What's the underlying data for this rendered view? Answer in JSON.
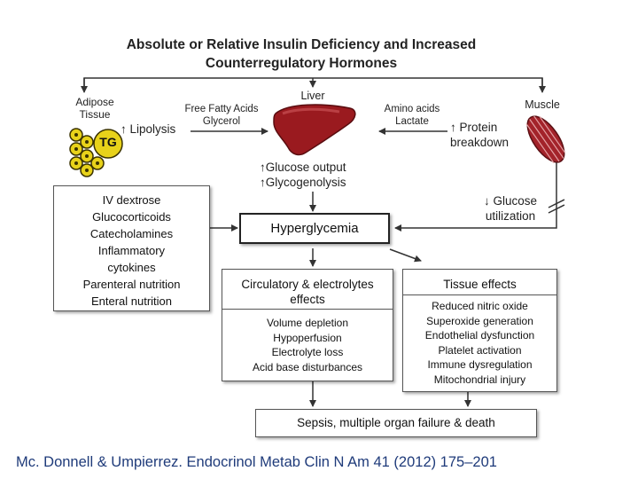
{
  "title": {
    "line1": "Absolute or Relative Insulin Deficiency and Increased",
    "line2": "Counterregulatory Hormones"
  },
  "adipose": {
    "line1": "Adipose",
    "line2": "Tissue",
    "tg": "TG"
  },
  "lipolysis": "↑ Lipolysis",
  "ffa": {
    "line1": "Free Fatty Acids",
    "line2": "Glycerol"
  },
  "liver": {
    "label": "Liver",
    "output1": "↑Glucose output",
    "output2": "↑Glycogenolysis"
  },
  "amino": {
    "line1": "Amino acids",
    "line2": "Lactate"
  },
  "muscle": {
    "label": "Muscle",
    "protein1": "↑ Protein",
    "protein2": "breakdown"
  },
  "glucose_utilization": {
    "line1": "↓ Glucose",
    "line2": "utilization"
  },
  "causes": [
    "IV dextrose",
    "Glucocorticoids",
    "Catecholamines",
    "Inflammatory",
    "cytokines",
    "Parenteral nutrition",
    "Enteral nutrition"
  ],
  "hyperglycemia": "Hyperglycemia",
  "circulatory": {
    "header1": "Circulatory & electrolytes",
    "header2": "effects",
    "items": [
      "Volume depletion",
      "Hypoperfusion",
      "Electrolyte loss",
      "Acid base disturbances"
    ]
  },
  "tissue": {
    "header": "Tissue  effects",
    "items": [
      "Reduced  nitric oxide",
      "Superoxide generation",
      "Endothelial dysfunction",
      "Platelet activation",
      "Immune dysregulation",
      "Mitochondrial injury"
    ]
  },
  "outcome": "Sepsis, multiple organ failure & death",
  "citation": "Mc. Donnell & Umpierrez. Endocrinol Metab Clin N Am 41 (2012) 175–201",
  "colors": {
    "liver": "#9a1a1f",
    "fat": "#e8d21a",
    "muscle": "#a3232a",
    "citation": "#1f3b7a"
  }
}
